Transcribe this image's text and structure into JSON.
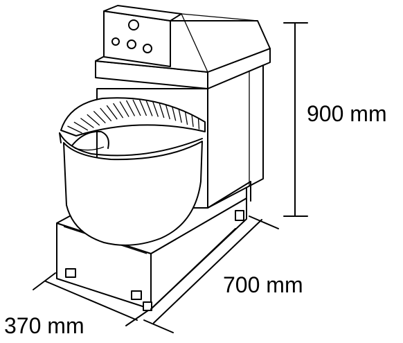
{
  "dimensions": {
    "height": "900 mm",
    "depth": "700 mm",
    "width": "370 mm"
  },
  "colors": {
    "line": "#000000",
    "background": "#ffffff"
  }
}
